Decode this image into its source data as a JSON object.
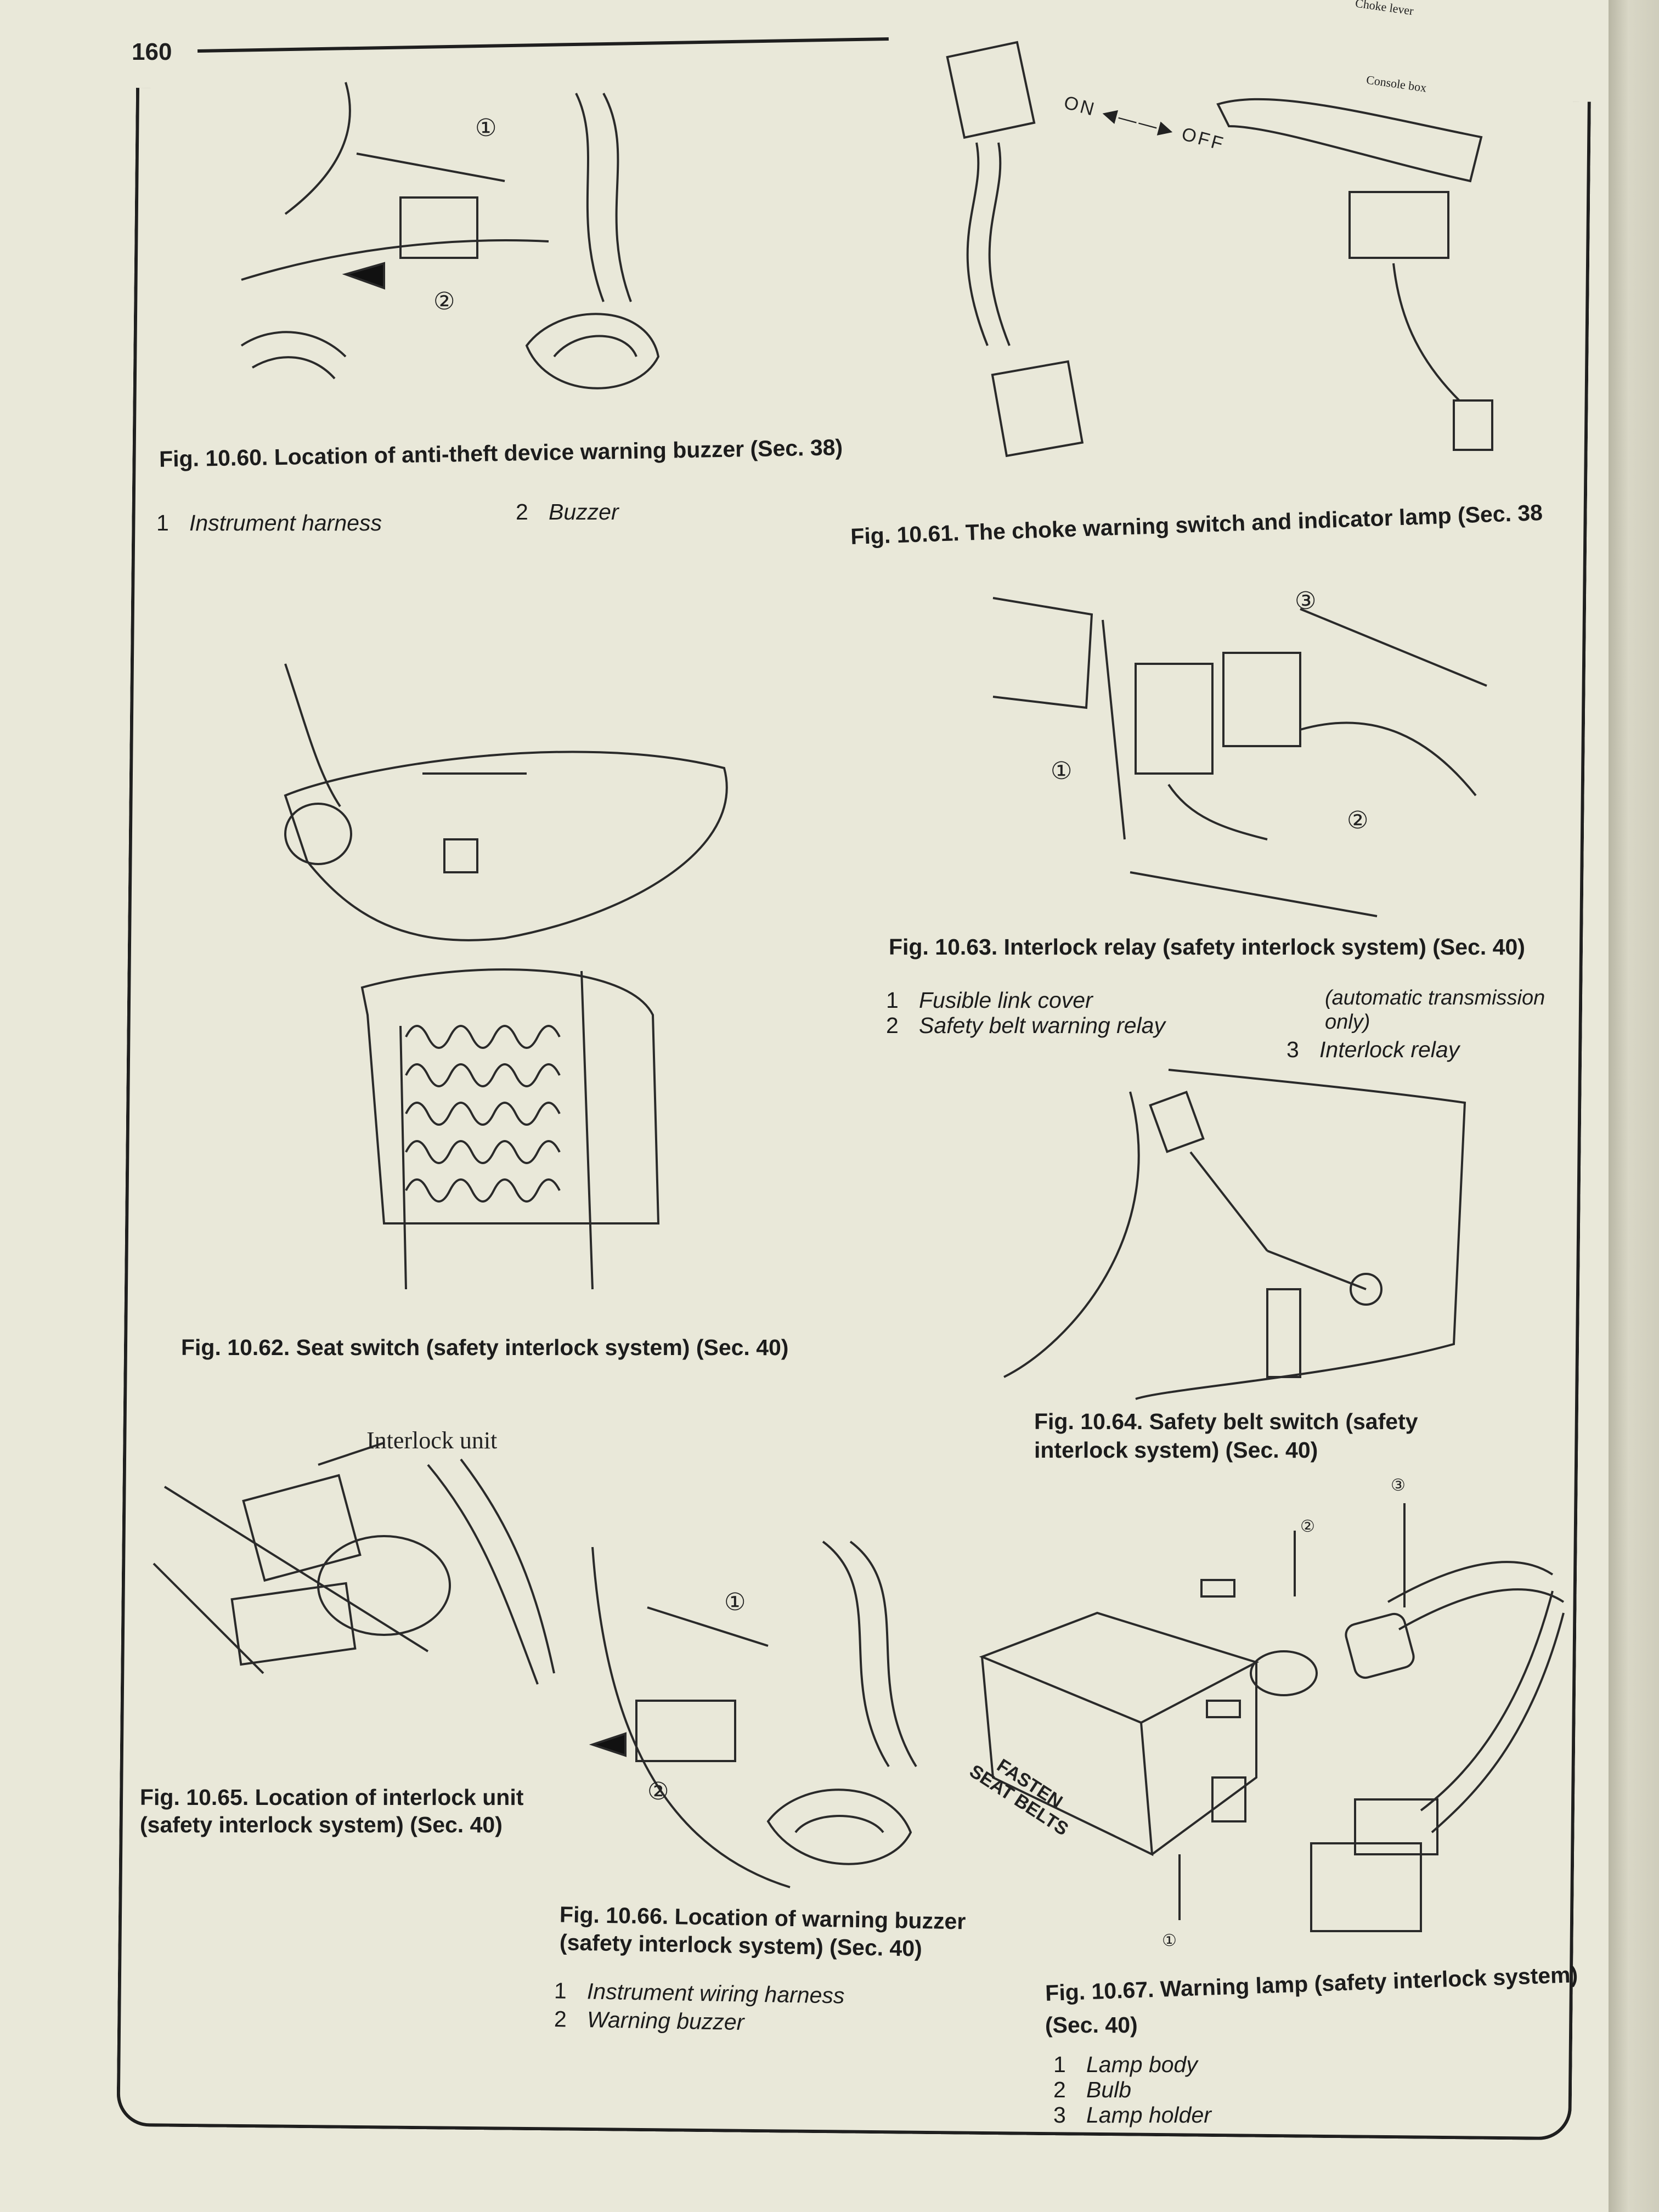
{
  "page_number": "160",
  "figures": [
    {
      "id": "fig-10-60",
      "caption": "Fig. 10.60. Location of anti-theft device warning buzzer (Sec. 38)",
      "legend": [
        {
          "num": "1",
          "text": "Instrument harness"
        },
        {
          "num": "2",
          "text": "Buzzer"
        }
      ]
    },
    {
      "id": "fig-10-61",
      "caption": "Fig. 10.61. The choke warning switch and indicator lamp (Sec. 38",
      "labels": {
        "on_off": "ON ◀——▶ OFF",
        "choke_lever": "Choke lever",
        "console_box": "Console box"
      }
    },
    {
      "id": "fig-10-62",
      "caption": "Fig. 10.62. Seat switch (safety interlock system) (Sec. 40)"
    },
    {
      "id": "fig-10-63",
      "caption": "Fig. 10.63. Interlock relay (safety interlock system) (Sec. 40)",
      "legend": [
        {
          "num": "1",
          "text": "Fusible link cover"
        },
        {
          "num": "2",
          "text": "Safety belt warning relay"
        },
        {
          "num": "",
          "text": "(automatic transmission"
        },
        {
          "num": "",
          "text": "only)"
        },
        {
          "num": "3",
          "text": "Interlock relay"
        }
      ]
    },
    {
      "id": "fig-10-64",
      "caption_lines": [
        "Fig. 10.64. Safety belt switch (safety",
        "interlock system) (Sec. 40)"
      ]
    },
    {
      "id": "fig-10-65",
      "caption_lines": [
        "Fig. 10.65. Location of interlock unit",
        "(safety interlock system) (Sec. 40)"
      ],
      "callout": "Interlock unit"
    },
    {
      "id": "fig-10-66",
      "caption_lines": [
        "Fig. 10.66. Location of warning buzzer",
        "(safety interlock system) (Sec. 40)"
      ],
      "legend": [
        {
          "num": "1",
          "text": "Instrument wiring harness"
        },
        {
          "num": "2",
          "text": "Warning buzzer"
        }
      ]
    },
    {
      "id": "fig-10-67",
      "caption_lines": [
        "Fig. 10.67. Warning lamp (safety interlock system)",
        "(Sec. 40)"
      ],
      "lamp_text": [
        "FASTEN",
        "SEAT BELTS"
      ],
      "legend": [
        {
          "num": "1",
          "text": "Lamp body"
        },
        {
          "num": "2",
          "text": "Bulb"
        },
        {
          "num": "3",
          "text": "Lamp holder"
        }
      ]
    }
  ]
}
